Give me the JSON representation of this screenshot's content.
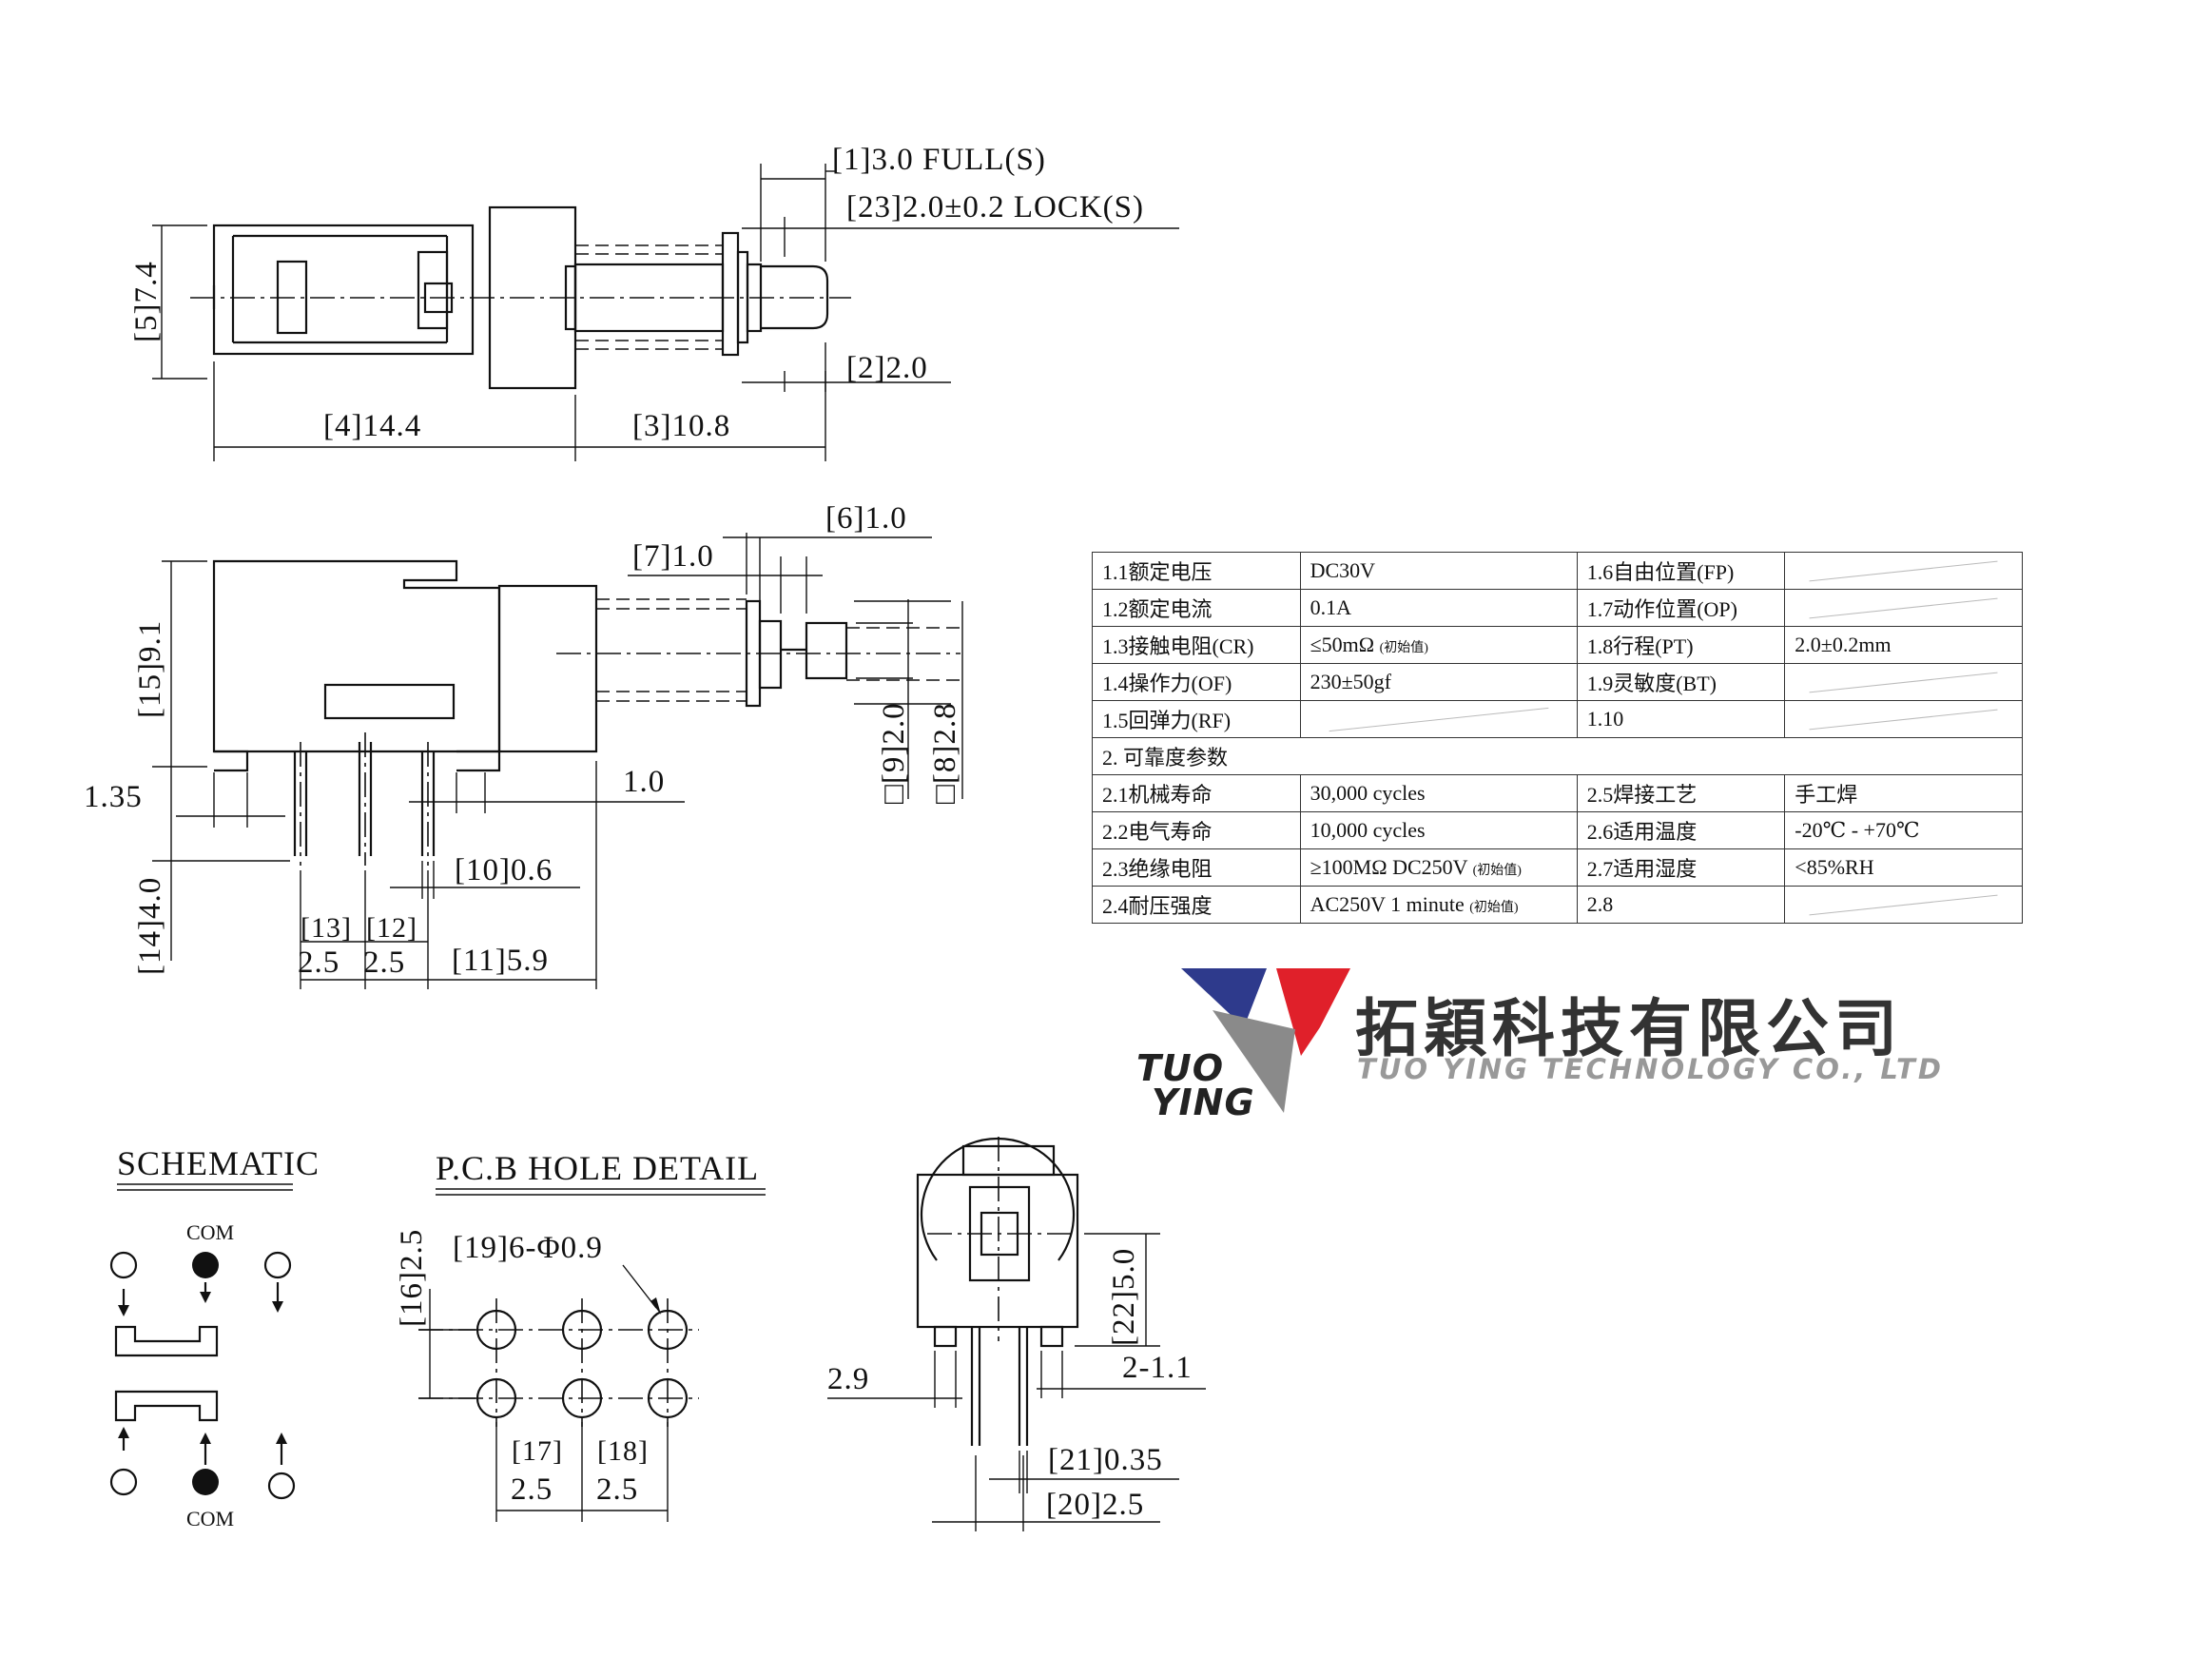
{
  "dimensions": {
    "d1": "[1]3.0 FULL(S)",
    "d23": "[23]2.0±0.2 LOCK(S)",
    "d5": "[5]7.4",
    "d2": "[2]2.0",
    "d4": "[4]14.4",
    "d3": "[3]10.8",
    "d6": "[6]1.0",
    "d7": "[7]1.0",
    "d15": "[15]9.1",
    "d9": "□[9]2.0",
    "d8": "□[8]2.8",
    "d135": "1.35",
    "d10a": "1.0",
    "d10": "[10]0.6",
    "d14": "[14]4.0",
    "d13": "[13]",
    "d12": "[12]",
    "d25a": "2.5",
    "d25b": "2.5",
    "d11": "[11]5.9",
    "d19": "[19]6-Φ0.9",
    "d16": "[16]2.5",
    "d17": "[17]",
    "d18": "[18]",
    "d17v": "2.5",
    "d18v": "2.5",
    "d22": "[22]5.0",
    "d29": "2.9",
    "d211": "2-1.1",
    "d21": "[21]0.35",
    "d20": "[20]2.5"
  },
  "titles": {
    "schematic": "SCHEMATIC",
    "pcb": "P.C.B HOLE DETAIL",
    "com_top": "COM",
    "com_bottom": "COM"
  },
  "spec_table": {
    "r1": [
      "1.1额定电压",
      "DC30V",
      "1.6自由位置(FP)",
      ""
    ],
    "r2": [
      "1.2额定电流",
      "0.1A",
      "1.7动作位置(OP)",
      ""
    ],
    "r3": [
      "1.3接触电阻(CR)",
      "≤50mΩ",
      "(初始值)",
      "1.8行程(PT)",
      "2.0±0.2mm"
    ],
    "r4": [
      "1.4操作力(OF)",
      "230±50gf",
      "1.9灵敏度(BT)",
      ""
    ],
    "r5": [
      "1.5回弹力(RF)",
      "",
      "1.10",
      ""
    ],
    "r6": [
      "2. 可靠度参数"
    ],
    "r7": [
      "2.1机械寿命",
      "30,000 cycles",
      "2.5焊接工艺",
      "手工焊"
    ],
    "r8": [
      "2.2电气寿命",
      "10,000  cycles",
      "2.6适用温度",
      "-20℃ - +70℃"
    ],
    "r9": [
      "2.3绝缘电阻",
      "≥100MΩ  DC250V",
      "(初始值)",
      "2.7适用湿度",
      "<85%RH"
    ],
    "r10": [
      "2.4耐压强度",
      "AC250V 1 minute",
      "(初始值)",
      "2.8",
      ""
    ]
  },
  "logo": {
    "cn_name": "拓穎科技有限公司",
    "en_name": "TUO YING TECHNOLOGY CO., LTD",
    "mark_top": "TUO",
    "mark_bottom": "YING",
    "color_blue": "#2e3a8c",
    "color_red": "#e0202a",
    "color_gray": "#8a8a8a"
  }
}
